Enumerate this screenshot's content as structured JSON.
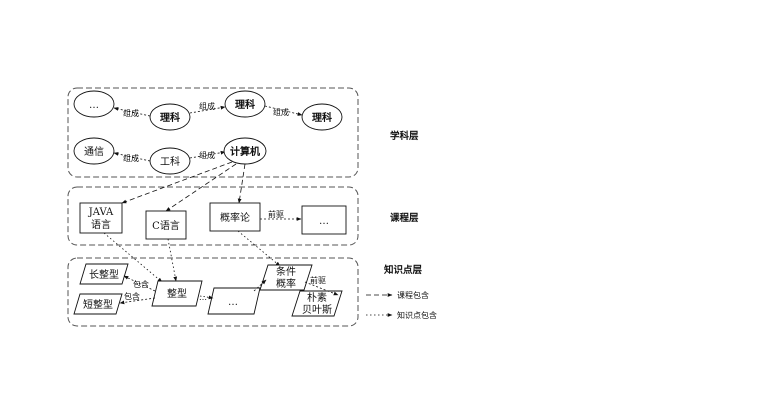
{
  "layers": {
    "subject": "学科层",
    "course": "课程层",
    "knowledge": "知识点层"
  },
  "subject_nodes": {
    "ellipsis": "…",
    "science_a": "理科",
    "science_b": "理科",
    "science_c": "理科",
    "communication": "通信",
    "engineering": "工科",
    "computer": "计算机"
  },
  "course_nodes": {
    "java_line1": "JAVA",
    "java_line2": "语言",
    "c_language": "C语言",
    "probability": "概率论",
    "ellipsis": "…"
  },
  "knowledge_nodes": {
    "long_int": "长整型",
    "short_int": "短整型",
    "integer": "整型",
    "ellipsis": "…",
    "conditional_line1": "条件",
    "conditional_line2": "概率",
    "naive_bayes_line1": "朴素",
    "naive_bayes_line2": "贝叶斯"
  },
  "edge_labels": {
    "compose_1": "组成",
    "compose_2": "组成",
    "compose_3": "组成",
    "compose_4": "组成",
    "compose_5": "组成",
    "prerequisite_course": "前驱",
    "prerequisite_knowledge": "前驱",
    "contains_1": "包含",
    "contains_2": "包含",
    "dots_integer": "…"
  },
  "legend": {
    "course_contains": "课程包含",
    "knowledge_contains": "知识点包含"
  }
}
